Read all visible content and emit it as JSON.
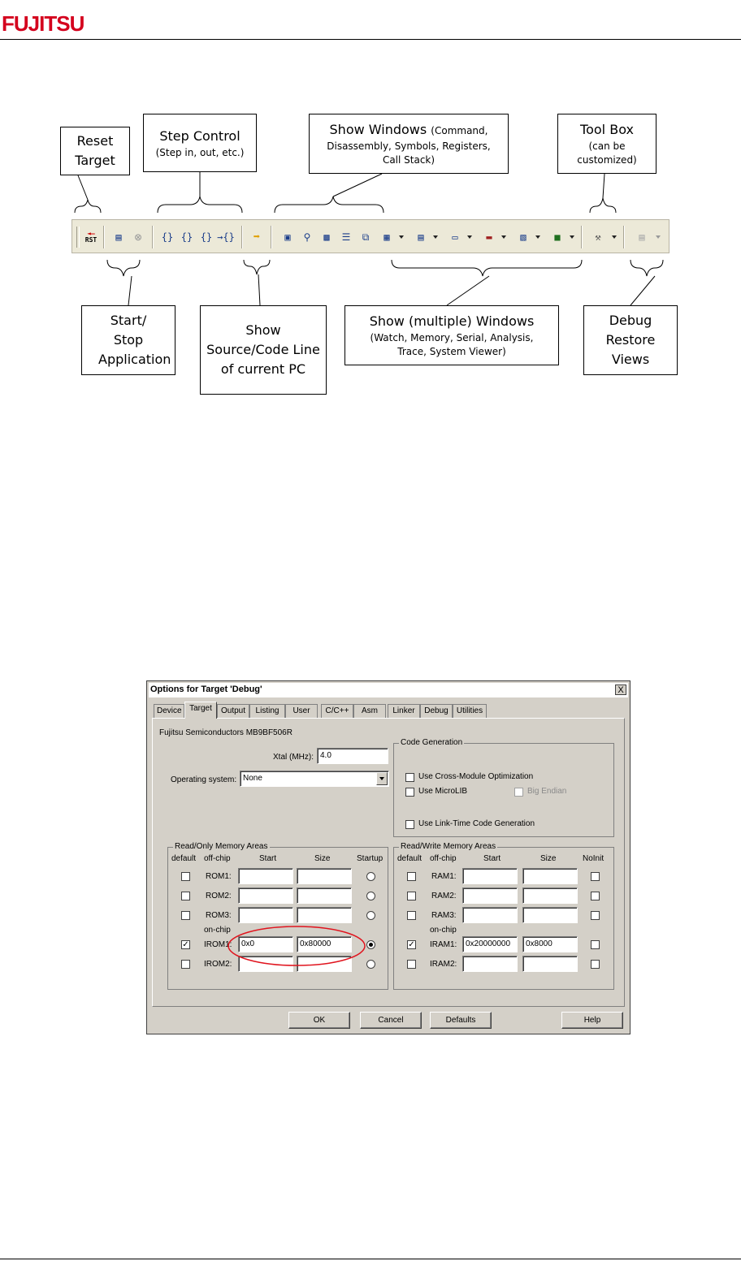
{
  "header": {
    "logo_text": "FUJITSU",
    "brand_color": "#d4001d"
  },
  "callouts": {
    "reset": {
      "title": "Reset Target"
    },
    "step": {
      "title": "Step Control",
      "sub": "(Step in, out, etc.)"
    },
    "show_windows": {
      "title": "Show Windows",
      "sub1": "(Command,",
      "sub2": "Disassembly, Symbols, Registers,",
      "sub3": "Call Stack)"
    },
    "toolbox": {
      "title": "Tool Box",
      "sub1": "(can be",
      "sub2": "customized)"
    },
    "start_stop": {
      "title": "Start/ Stop Application"
    },
    "show_source": {
      "title": "Show Source/Code Line of current PC"
    },
    "show_multiple": {
      "title": "Show (multiple) Windows",
      "sub1": "(Watch, Memory, Serial, Analysis,",
      "sub2": "Trace, System Viewer)"
    },
    "debug_restore": {
      "title": "Debug Restore Views"
    }
  },
  "toolbar": {
    "icons": [
      "reset-icon",
      "start-stop-icon",
      "stop-icon",
      "step-in-icon",
      "step-over-icon",
      "step-out-icon",
      "run-to-cursor-icon",
      "show-pc-icon",
      "command-window-icon",
      "disassembly-window-icon",
      "symbols-window-icon",
      "registers-window-icon",
      "call-stack-icon",
      "watch-window-icon",
      "memory-window-icon",
      "serial-window-icon",
      "analysis-window-icon",
      "trace-window-icon",
      "system-viewer-icon",
      "toolbox-icon",
      "debug-restore-views-icon"
    ],
    "rst_label": "RST"
  },
  "dialog": {
    "title": "Options for Target 'Debug'",
    "close": "X",
    "tabs": [
      "Device",
      "Target",
      "Output",
      "Listing",
      "User",
      "C/C++",
      "Asm",
      "Linker",
      "Debug",
      "Utilities"
    ],
    "active_tab": "Target",
    "device_name": "Fujitsu Semiconductors MB9BF506R",
    "xtal_label": "Xtal (MHz):",
    "xtal_value": "4.0",
    "os_label": "Operating system:",
    "os_value": "None",
    "code_gen": {
      "title": "Code Generation",
      "cross_module": "Use Cross-Module Optimization",
      "microlib": "Use MicroLIB",
      "big_endian": "Big Endian",
      "link_time": "Use Link-Time Code Generation"
    },
    "ro": {
      "title": "Read/Only Memory Areas",
      "headers": {
        "default": "default",
        "offchip": "off-chip",
        "start": "Start",
        "size": "Size",
        "last": "Startup"
      },
      "onchip": "on-chip",
      "rows": [
        {
          "label": "ROM1:",
          "start": "",
          "size": "",
          "default": false,
          "radio": false
        },
        {
          "label": "ROM2:",
          "start": "",
          "size": "",
          "default": false,
          "radio": false
        },
        {
          "label": "ROM3:",
          "start": "",
          "size": "",
          "default": false,
          "radio": false
        },
        {
          "label": "IROM1:",
          "start": "0x0",
          "size": "0x80000",
          "default": true,
          "radio": true
        },
        {
          "label": "IROM2:",
          "start": "",
          "size": "",
          "default": false,
          "radio": false
        }
      ]
    },
    "rw": {
      "title": "Read/Write Memory Areas",
      "headers": {
        "default": "default",
        "offchip": "off-chip",
        "start": "Start",
        "size": "Size",
        "last": "NoInit"
      },
      "onchip": "on-chip",
      "rows": [
        {
          "label": "RAM1:",
          "start": "",
          "size": "",
          "default": false
        },
        {
          "label": "RAM2:",
          "start": "",
          "size": "",
          "default": false
        },
        {
          "label": "RAM3:",
          "start": "",
          "size": "",
          "default": false
        },
        {
          "label": "IRAM1:",
          "start": "0x20000000",
          "size": "0x8000",
          "default": true
        },
        {
          "label": "IRAM2:",
          "start": "",
          "size": "",
          "default": false
        }
      ]
    },
    "buttons": {
      "ok": "OK",
      "cancel": "Cancel",
      "defaults": "Defaults",
      "help": "Help"
    },
    "highlight_color": "#e0141e"
  }
}
